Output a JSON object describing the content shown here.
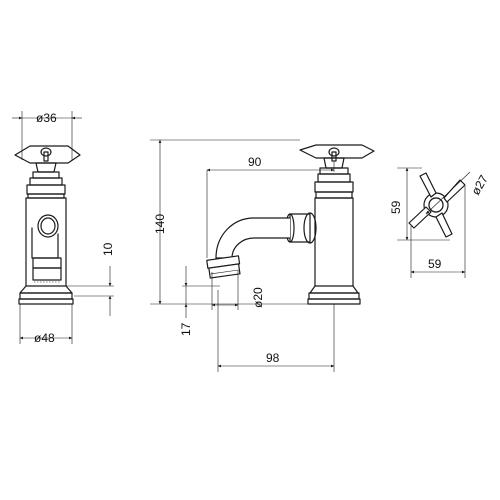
{
  "dimensions": {
    "d36": "ø36",
    "d48": "ø48",
    "ten": "10",
    "h140": "140",
    "w90": "90",
    "d20": "ø20",
    "h17": "17",
    "w98": "98",
    "h59": "59",
    "w59": "59",
    "d27": "ø27"
  }
}
